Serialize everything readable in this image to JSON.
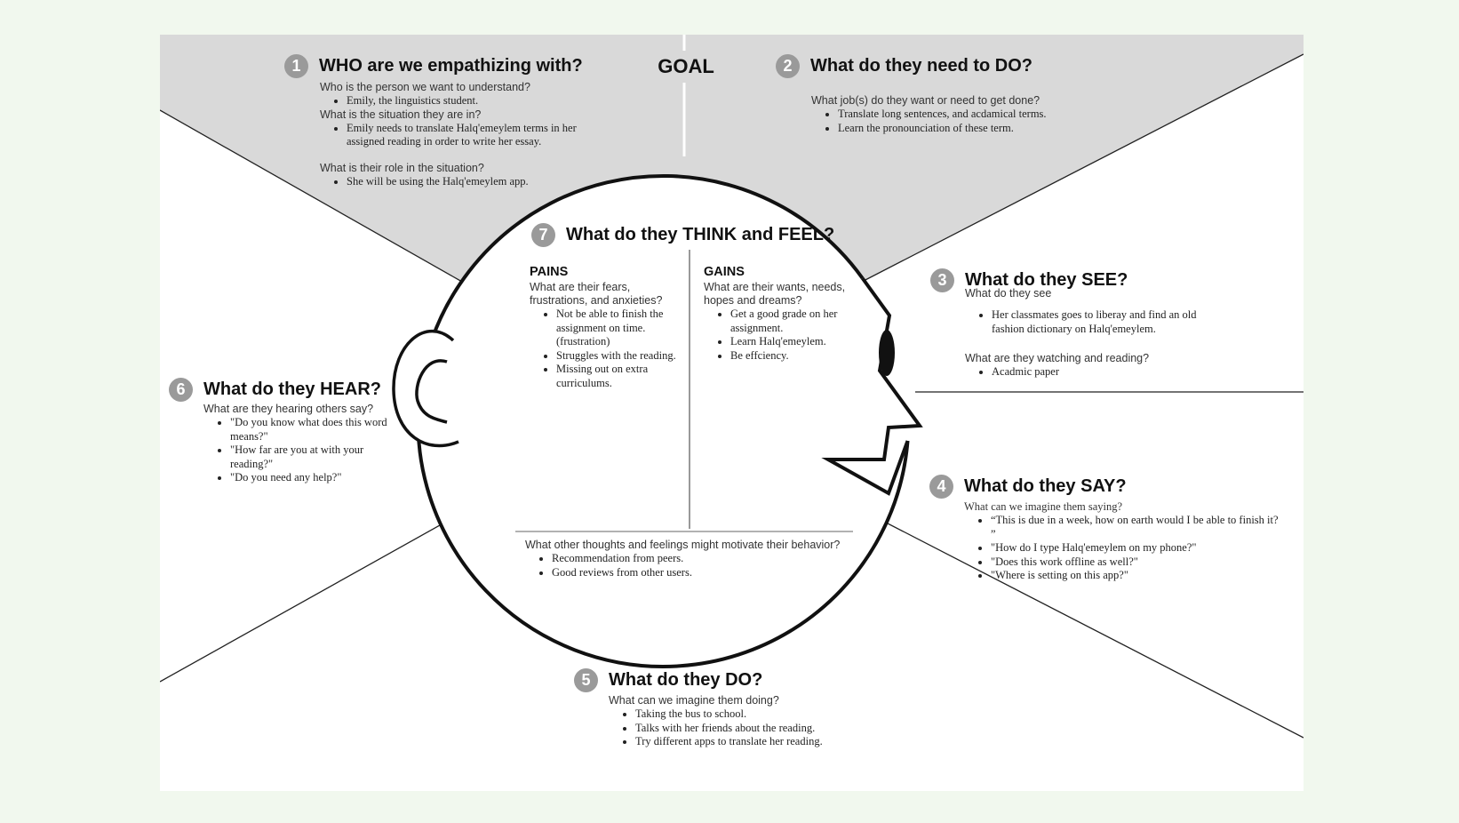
{
  "goal_label": "GOAL",
  "sections": {
    "who": {
      "number": "1",
      "title": "WHO are we empathizing with?",
      "q1": "Who is the person we want to understand?",
      "a1": [
        "Emily, the linguistics student."
      ],
      "q2": "What is the situation they are in?",
      "a2": [
        "Emily needs to translate Halq'emeylem terms in her assigned reading in order to write her essay."
      ],
      "q3": "What is their role in the situation?",
      "a3": [
        "She will be using the Halq'emeylem app."
      ]
    },
    "need_do": {
      "number": "2",
      "title": "What do they need to DO?",
      "q1": "What job(s) do they want or need to get done?",
      "a1": [
        "Translate long sentences, and acdamical terms.",
        "Learn the pronounciation of these term."
      ]
    },
    "see": {
      "number": "3",
      "title": "What do they SEE?",
      "q1": "What do they see",
      "a1": [
        "Her classmates goes to liberay and find an old fashion dictionary on Halq'emeylem."
      ],
      "q2": "What are they watching and reading?",
      "a2": [
        "Acadmic paper"
      ]
    },
    "say": {
      "number": "4",
      "title": "What do they SAY?",
      "q1": "What can we imagine them saying?",
      "a1": [
        "“This is due in a week, how on earth would I be able to finish it? ”",
        "\"How do I type Halq'emeylem on my phone?\"",
        "\"Does this work offline as well?\"",
        "\"Where is setting on this app?\""
      ]
    },
    "do": {
      "number": "5",
      "title": "What do they DO?",
      "q1": "What can we imagine them doing?",
      "a1": [
        "Taking the bus to school.",
        "Talks with her friends about the reading.",
        "Try different apps to translate her reading."
      ]
    },
    "hear": {
      "number": "6",
      "title": "What do they HEAR?",
      "q1": "What are they hearing others say?",
      "a1": [
        "\"Do you know what does this word means?\"",
        "\"How far are you at with your reading?\"",
        "\"Do you need any help?\""
      ]
    },
    "think": {
      "number": "7",
      "title": "What do they THINK and FEEL?",
      "pains_label": "PAINS",
      "pains_q": "What are their fears, frustrations, and anxieties?",
      "pains": [
        "Not be able to finish the assignment on time.(frustration)",
        "Struggles with the reading.",
        "Missing out on extra curriculums."
      ],
      "gains_label": "GAINS",
      "gains_q": "What are their wants, needs, hopes and dreams?",
      "gains": [
        "Get a good grade on her assignment.",
        "Learn Halq'emeylem.",
        "Be effciency."
      ],
      "other_q": "What other thoughts and feelings might motivate their behavior?",
      "other": [
        "Recommendation from peers.",
        "Good reviews from other users."
      ]
    }
  }
}
